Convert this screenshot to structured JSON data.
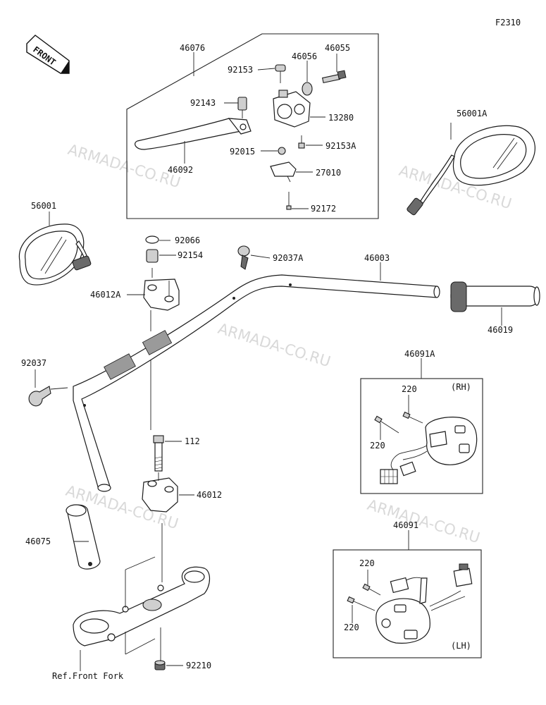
{
  "figure_code": "F2310",
  "front_label": "FRONT",
  "watermark": "ARMADA-CO.RU",
  "ref_note": "Ref.Front Fork",
  "parts": {
    "p46076": "46076",
    "p92153": "92153",
    "p46056": "46056",
    "p46055": "46055",
    "p92143": "92143",
    "p13280": "13280",
    "p92015": "92015",
    "p92153A": "92153A",
    "p46092": "46092",
    "p27010": "27010",
    "p92172": "92172",
    "p56001A": "56001A",
    "p56001": "56001",
    "p92066": "92066",
    "p92154": "92154",
    "p92037A": "92037A",
    "p46003": "46003",
    "p46012A": "46012A",
    "p46019": "46019",
    "p92037": "92037",
    "p46091A": "46091A",
    "p220_rh_a": "220",
    "p220_rh_b": "220",
    "rh_tag": "(RH)",
    "p112": "112",
    "p46012": "46012",
    "p46075": "46075",
    "p46091": "46091",
    "p220_lh_a": "220",
    "p220_lh_b": "220",
    "lh_tag": "(LH)",
    "p92210": "92210"
  }
}
